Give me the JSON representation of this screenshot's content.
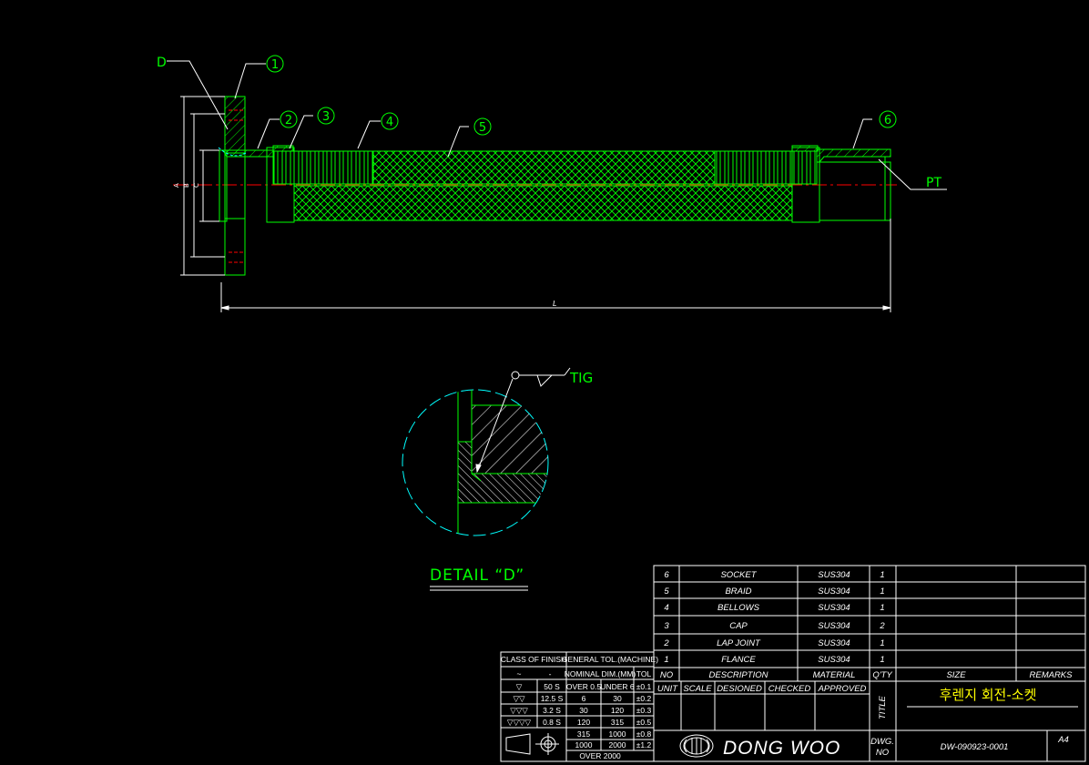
{
  "drawing": {
    "balloons": [
      "1",
      "2",
      "3",
      "4",
      "5",
      "6"
    ],
    "labels": {
      "detail_ref": "D",
      "pt": "PT",
      "dim_l": "L",
      "dim_a": "A",
      "dim_b": "B",
      "dim_c": "C"
    },
    "detail": {
      "title": "DETAIL “D”",
      "weld": "TIG"
    },
    "colors": {
      "background": "#000000",
      "object": "#00ff00",
      "dimension": "#ffffff",
      "centerline": "#ff0000",
      "detail_circle": "#00ffff",
      "accent": "#ffff00"
    }
  },
  "finish": {
    "header": "CLASS OF FINISH",
    "rows": [
      {
        "symbol": "~",
        "value": "-"
      },
      {
        "symbol": "▽",
        "value": "50 S"
      },
      {
        "symbol": "▽▽",
        "value": "12.5 S"
      },
      {
        "symbol": "▽▽▽",
        "value": "3.2 S"
      },
      {
        "symbol": "▽▽▽▽",
        "value": "0.8 S"
      }
    ]
  },
  "tolerance": {
    "header": "GENERAL TOL.(MACHINE)",
    "col_nominal": "NOMINAL DIM.(MM)",
    "col_tol": "TOL",
    "rows": [
      {
        "from": "OVER 0.5",
        "to": "UNDER 6",
        "tol": "±0.1"
      },
      {
        "from": "6",
        "to": "30",
        "tol": "±0.2"
      },
      {
        "from": "30",
        "to": "120",
        "tol": "±0.3"
      },
      {
        "from": "120",
        "to": "315",
        "tol": "±0.5"
      },
      {
        "from": "315",
        "to": "1000",
        "tol": "±0.8"
      },
      {
        "from": "1000",
        "to": "2000",
        "tol": "±1.2"
      }
    ],
    "last": "OVER 2000"
  },
  "bom": {
    "headers": {
      "no": "NO",
      "description": "DESCRIPTION",
      "material": "MATERIAL",
      "qty": "Q'TY",
      "size": "SIZE",
      "remarks": "REMARKS"
    },
    "rows": [
      {
        "no": "6",
        "description": "SOCKET",
        "material": "SUS304",
        "qty": "1"
      },
      {
        "no": "5",
        "description": "BRAID",
        "material": "SUS304",
        "qty": "1"
      },
      {
        "no": "4",
        "description": "BELLOWS",
        "material": "SUS304",
        "qty": "1"
      },
      {
        "no": "3",
        "description": "CAP",
        "material": "SUS304",
        "qty": "2"
      },
      {
        "no": "2",
        "description": "LAP  JOINT",
        "material": "SUS304",
        "qty": "1"
      },
      {
        "no": "1",
        "description": "FLANCE",
        "material": "SUS304",
        "qty": "1"
      }
    ]
  },
  "titleblock": {
    "unit": "UNIT",
    "scale": "SCALE",
    "designed": "DESIONED",
    "checked": "CHECKED",
    "approved": "APPROVED",
    "title_label": "TITLE",
    "title": "후렌지 회전-소켓",
    "company": "DONG  WOO",
    "dwg_label1": "DWG.",
    "dwg_label2": "NO",
    "dwg_no": "DW-090923-0001",
    "sheet": "A4"
  }
}
